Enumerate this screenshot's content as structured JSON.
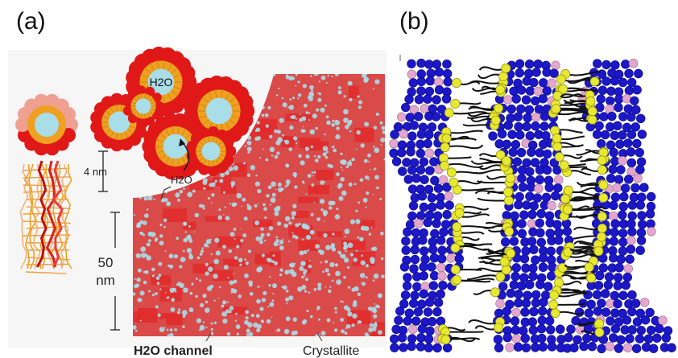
{
  "panels": {
    "a": {
      "label": "(a)"
    },
    "b": {
      "label": "(b)"
    }
  },
  "panel_a": {
    "micelle_core_label": "H2O",
    "water_label": "H2O",
    "scale_small": "4 nm",
    "scale_large_value": "50",
    "scale_large_unit": "nm",
    "bottom_left_label": "H2O channel",
    "bottom_right_label": "Crystallite"
  },
  "colors": {
    "membrane": "#d94a48",
    "micelle_red": "#e01818",
    "core_cyan": "#a9dde8",
    "tail_orange": "#f0a020",
    "ion_blue": "#1c18c8",
    "pink_ion": "#e3a6cc",
    "yellow_head": "#e8e830"
  }
}
